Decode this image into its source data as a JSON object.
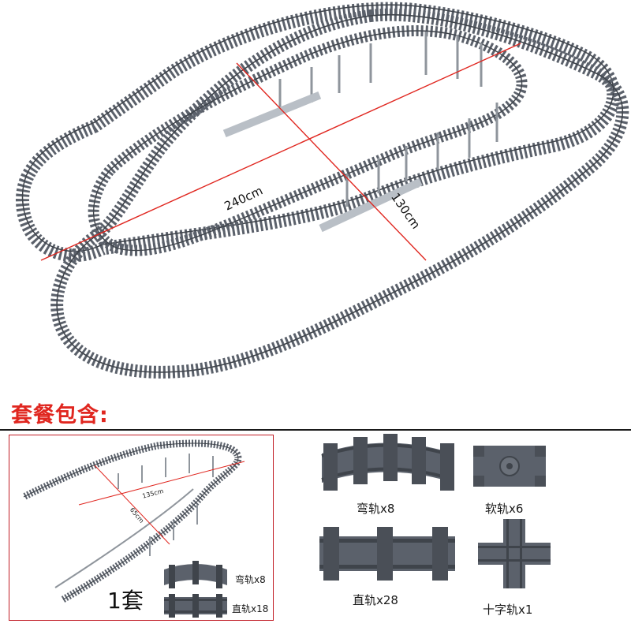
{
  "main_layout": {
    "length_label": "240cm",
    "width_label": "130cm"
  },
  "package": {
    "title": "套餐包含:",
    "preview": {
      "length_label": "135cm",
      "width_label": "65cm",
      "set_count": "1套",
      "items": [
        {
          "icon": "curved-track-icon",
          "label": "弯轨x8"
        },
        {
          "icon": "straight-track-icon",
          "label": "直轨x18"
        }
      ]
    },
    "parts": [
      {
        "icon": "curved-track-icon",
        "label": "弯轨x8"
      },
      {
        "icon": "flexible-track-icon",
        "label": "软轨x6"
      },
      {
        "icon": "straight-track-icon",
        "label": "直轨x28"
      },
      {
        "icon": "cross-track-icon",
        "label": "十字轨x1"
      }
    ]
  },
  "colors": {
    "track": "#5b616b",
    "rail": "#3f444b",
    "support": "#8f959c",
    "measure_line": "#e0261f",
    "title": "#e0261f"
  }
}
